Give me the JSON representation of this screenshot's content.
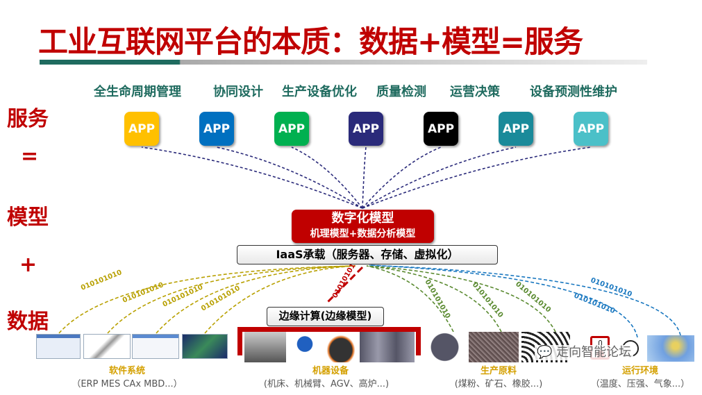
{
  "title": "工业互联网平台的本质：数据+模型=服务",
  "services": [
    "全生命周期管理",
    "协同设计",
    "生产设备优化",
    "质量检测",
    "运营决策",
    "设备预测性维护"
  ],
  "apps": [
    {
      "label": "APP",
      "color": "#ffc000"
    },
    {
      "label": "APP",
      "color": "#0070c0"
    },
    {
      "label": "APP",
      "color": "#00b050"
    },
    {
      "label": "APP",
      "color": "#2a2a7a"
    },
    {
      "label": "APP",
      "color": "#000000"
    },
    {
      "label": "APP",
      "color": "#1a8a9a"
    },
    {
      "label": "APP",
      "color": "#4bc0c8"
    }
  ],
  "side": {
    "service": "服务",
    "eq": "=",
    "model": "模型",
    "plus": "+",
    "data": "数据"
  },
  "model_box": {
    "title": "数字化模型",
    "subtitle": "机理模型+数据分析模型"
  },
  "iaas": "IaaS承载（服务器、存储、虚拟化）",
  "edge": "边缘计算(边缘模型)",
  "binary": "010101010",
  "groups": [
    {
      "title": "软件系统",
      "detail": "（ERP MES CAx MBD...）",
      "color": "#b8a000"
    },
    {
      "title": "机器设备",
      "detail": "(机床、机械臂、AGV、高炉...)",
      "color": "#c00000"
    },
    {
      "title": "生产原料",
      "detail": "(煤粉、矿石、橡胶...)",
      "color": "#5a8a30"
    },
    {
      "title": "运行环境",
      "detail": "（温度、压强、气象...）",
      "color": "#1a78c0"
    }
  ],
  "watermark": "走向智能论坛"
}
